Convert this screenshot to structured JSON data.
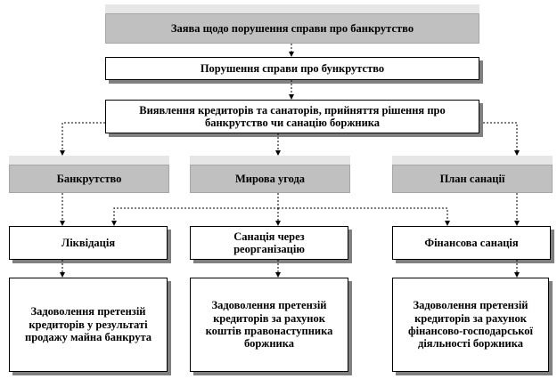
{
  "nodes": {
    "application": "Заява щодо порушення справи про банкрутство",
    "initiation": "Порушення справи про бункрутство",
    "identification": "Виявлення кредиторів та санаторів, прийняття рішення про банкрутство чи санацію боржника",
    "bankruptcy": "Банкрутство",
    "settlement": "Мирова угода",
    "sanation_plan": "План санації",
    "liquidation": "Ліквідація",
    "reorg_sanation": "Санація через реорганізацію",
    "financial_sanation": "Фінансова санація",
    "claims_sale": "Задоволення претензій кредиторів у результаті продажу майна банкрута",
    "claims_successor": "Задоволення претензій кредиторів за рахунок коштів правонаступника боржника",
    "claims_activity": "Задоволення претензій кредиторів за рахунок фінансово-господарської діяльності боржника"
  }
}
